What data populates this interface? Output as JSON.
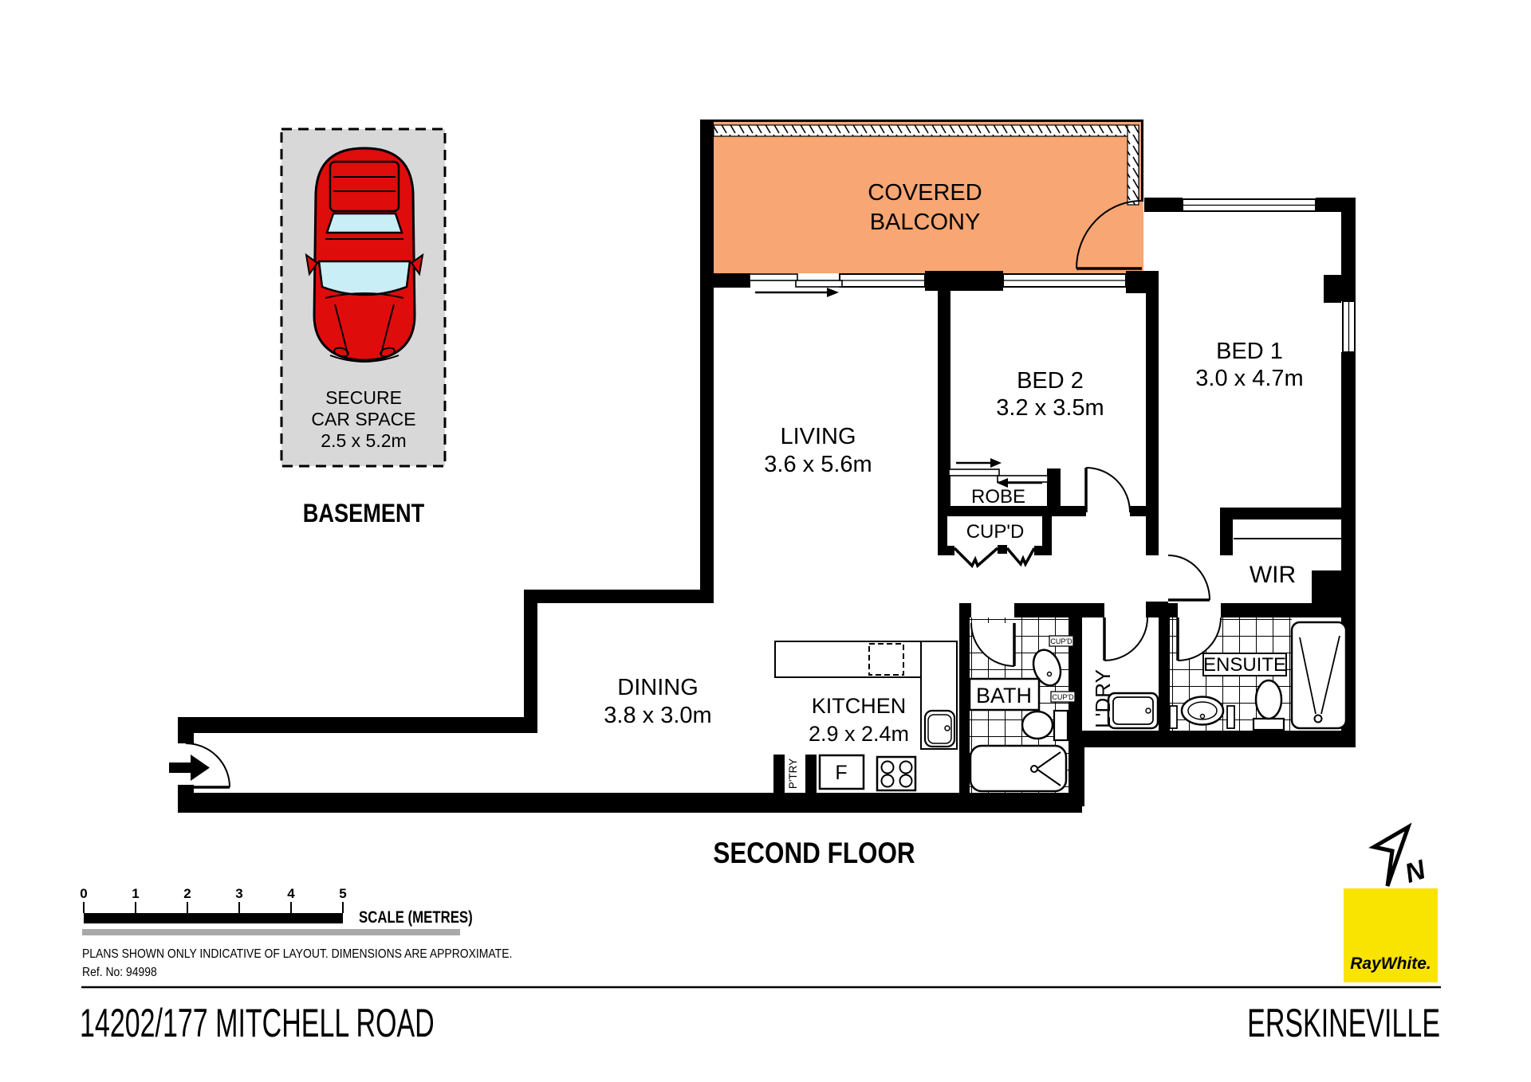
{
  "floorplan": {
    "basement": {
      "label": "BASEMENT",
      "car_space": {
        "line1": "SECURE",
        "line2": "CAR SPACE",
        "dims": "2.5 x 5.2m"
      }
    },
    "second_floor": {
      "label": "SECOND FLOOR",
      "balcony": {
        "line1": "COVERED",
        "line2": "BALCONY"
      },
      "living": {
        "name": "LIVING",
        "dims": "3.6 x 5.6m"
      },
      "dining": {
        "name": "DINING",
        "dims": "3.8 x 3.0m"
      },
      "kitchen": {
        "name": "KITCHEN",
        "dims": "2.9 x 2.4m"
      },
      "bed1": {
        "name": "BED 1",
        "dims": "3.0 x 4.7m"
      },
      "bed2": {
        "name": "BED 2",
        "dims": "3.2 x 3.5m"
      },
      "bath": {
        "name": "BATH",
        "cupboard_top": "CUP'D",
        "cupboard_bottom": "CUP'D"
      },
      "ensuite": {
        "name": "ENSUITE"
      },
      "wir": {
        "name": "WIR"
      },
      "laundry": {
        "name": "L'DRY"
      },
      "robe": {
        "name": "ROBE"
      },
      "cupboard": {
        "name": "CUP'D"
      },
      "pantry": {
        "name": "P'TRY"
      },
      "fridge": {
        "name": "F"
      }
    }
  },
  "scale_bar": {
    "ticks": [
      "0",
      "1",
      "2",
      "3",
      "4",
      "5"
    ],
    "label": "SCALE (METRES)"
  },
  "notes": {
    "disclaimer": "PLANS SHOWN ONLY INDICATIVE OF LAYOUT.  DIMENSIONS ARE APPROXIMATE.",
    "ref": "Ref. No: 94998"
  },
  "footer": {
    "address": "14202/177 MITCHELL ROAD",
    "suburb": "ERSKINEVILLE"
  },
  "branding": {
    "agency": "RayWhite.",
    "compass_letter": "N"
  },
  "colors": {
    "balcony_fill": "#F7A674",
    "car_space_fill": "#D8D8D8",
    "car_body": "#DF0C0C",
    "car_glass": "#C9EEF6",
    "logo_yellow": "#F9E300",
    "scale_gray": "#A9A9A9",
    "wall": "#000000"
  }
}
